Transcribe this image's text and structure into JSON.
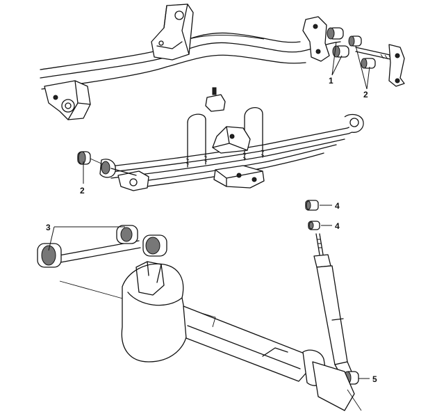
{
  "callouts": [
    {
      "id": "c1",
      "label": "1"
    },
    {
      "id": "c2a",
      "label": "2"
    },
    {
      "id": "c2b",
      "label": "2"
    },
    {
      "id": "c3",
      "label": "3"
    },
    {
      "id": "c4a",
      "label": "4"
    },
    {
      "id": "c4b",
      "label": "4"
    },
    {
      "id": "c5",
      "label": "5"
    }
  ]
}
